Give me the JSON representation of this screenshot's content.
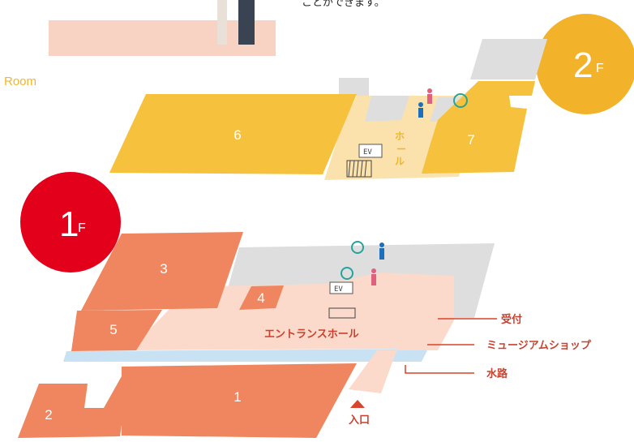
{
  "caption_partial": "ことができます。",
  "room_word": "Room",
  "floors": {
    "f2": {
      "num": "2",
      "unit": "F",
      "color": "#f2b22a"
    },
    "f1": {
      "num": "1",
      "unit": "F",
      "color": "#e3001b"
    }
  },
  "rooms_2f": {
    "r6": "6",
    "r7": "7",
    "hall": "ホール"
  },
  "rooms_1f": {
    "r1": "1",
    "r2": "2",
    "r3": "3",
    "r4": "4",
    "r5": "5"
  },
  "labels": {
    "entrance_hall": "エントランスホール",
    "reception": "受付",
    "museum_shop": "ミュージアムショップ",
    "waterway": "水路",
    "entrance": "入口",
    "ev": "EV"
  },
  "colors": {
    "room_1f": "#ef865f",
    "room_2f": "#f6c13d",
    "hall_1f": "#fbd9cb",
    "hall_2f": "#fbe2ac",
    "wall": "#dedede",
    "water": "#c9e2f3",
    "accent_line": "#d9442c"
  }
}
